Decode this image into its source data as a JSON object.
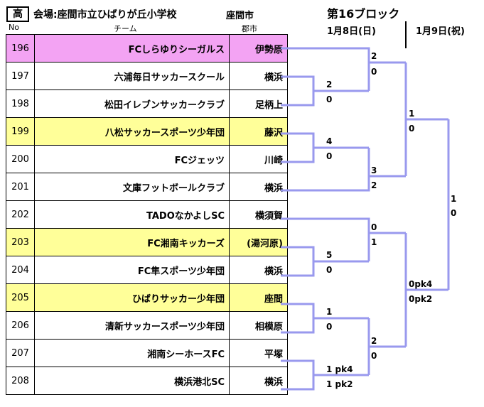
{
  "header": {
    "badge": "高",
    "venue": "会場:座間市立ひばりが丘小学校",
    "city": "座間市",
    "block": "第16ブロック",
    "date1": "1月8日(日)",
    "date2": "1月9日(祝)"
  },
  "columns": {
    "no": "No",
    "team": "チーム",
    "city": "郡市"
  },
  "teams": [
    {
      "no": "196",
      "name": "FCしらゆりシーガルス",
      "city": "伊勢原",
      "highlight": "pink"
    },
    {
      "no": "197",
      "name": "六浦毎日サッカースクール",
      "city": "横浜",
      "highlight": ""
    },
    {
      "no": "198",
      "name": "松田イレブンサッカークラブ",
      "city": "足柄上",
      "highlight": ""
    },
    {
      "no": "199",
      "name": "八松サッカースポーツ少年団",
      "city": "藤沢",
      "highlight": "yellow"
    },
    {
      "no": "200",
      "name": "FCジェッツ",
      "city": "川崎",
      "highlight": ""
    },
    {
      "no": "201",
      "name": "文庫フットボールクラブ",
      "city": "横浜",
      "highlight": ""
    },
    {
      "no": "202",
      "name": "TADOなかよしSC",
      "city": "横須賀",
      "highlight": ""
    },
    {
      "no": "203",
      "name": "FC湘南キッカーズ",
      "city": "(湯河原)",
      "highlight": "yellow"
    },
    {
      "no": "204",
      "name": "FC隼スポーツ少年団",
      "city": "横浜",
      "highlight": ""
    },
    {
      "no": "205",
      "name": "ひばりサッカー少年団",
      "city": "座間",
      "highlight": "yellow"
    },
    {
      "no": "206",
      "name": "清新サッカースポーツ少年団",
      "city": "相模原",
      "highlight": ""
    },
    {
      "no": "207",
      "name": "湘南シーホースFC",
      "city": "平塚",
      "highlight": ""
    },
    {
      "no": "208",
      "name": "横浜港北SC",
      "city": "横浜",
      "highlight": ""
    }
  ],
  "scores": {
    "m197_198": [
      "2",
      "0"
    ],
    "m199_200": [
      "4",
      "0"
    ],
    "m203_204": [
      "5",
      "0"
    ],
    "m205_206": [
      "1",
      "0"
    ],
    "m207_208": [
      "1 pk4",
      "1 pk2"
    ],
    "r2_a": [
      "2",
      "0"
    ],
    "r2_b": [
      "3",
      "2"
    ],
    "r2_c": [
      "0",
      "1"
    ],
    "r2_d": [
      "2",
      "0"
    ],
    "r3_a": [
      "1",
      "0"
    ],
    "r3_b": [
      "0pk4",
      "0pk2"
    ],
    "final": [
      "1",
      "0"
    ]
  },
  "colors": {
    "bracket": "#9999ee",
    "pink": "#f3a3f3",
    "yellow": "#ffff99"
  }
}
